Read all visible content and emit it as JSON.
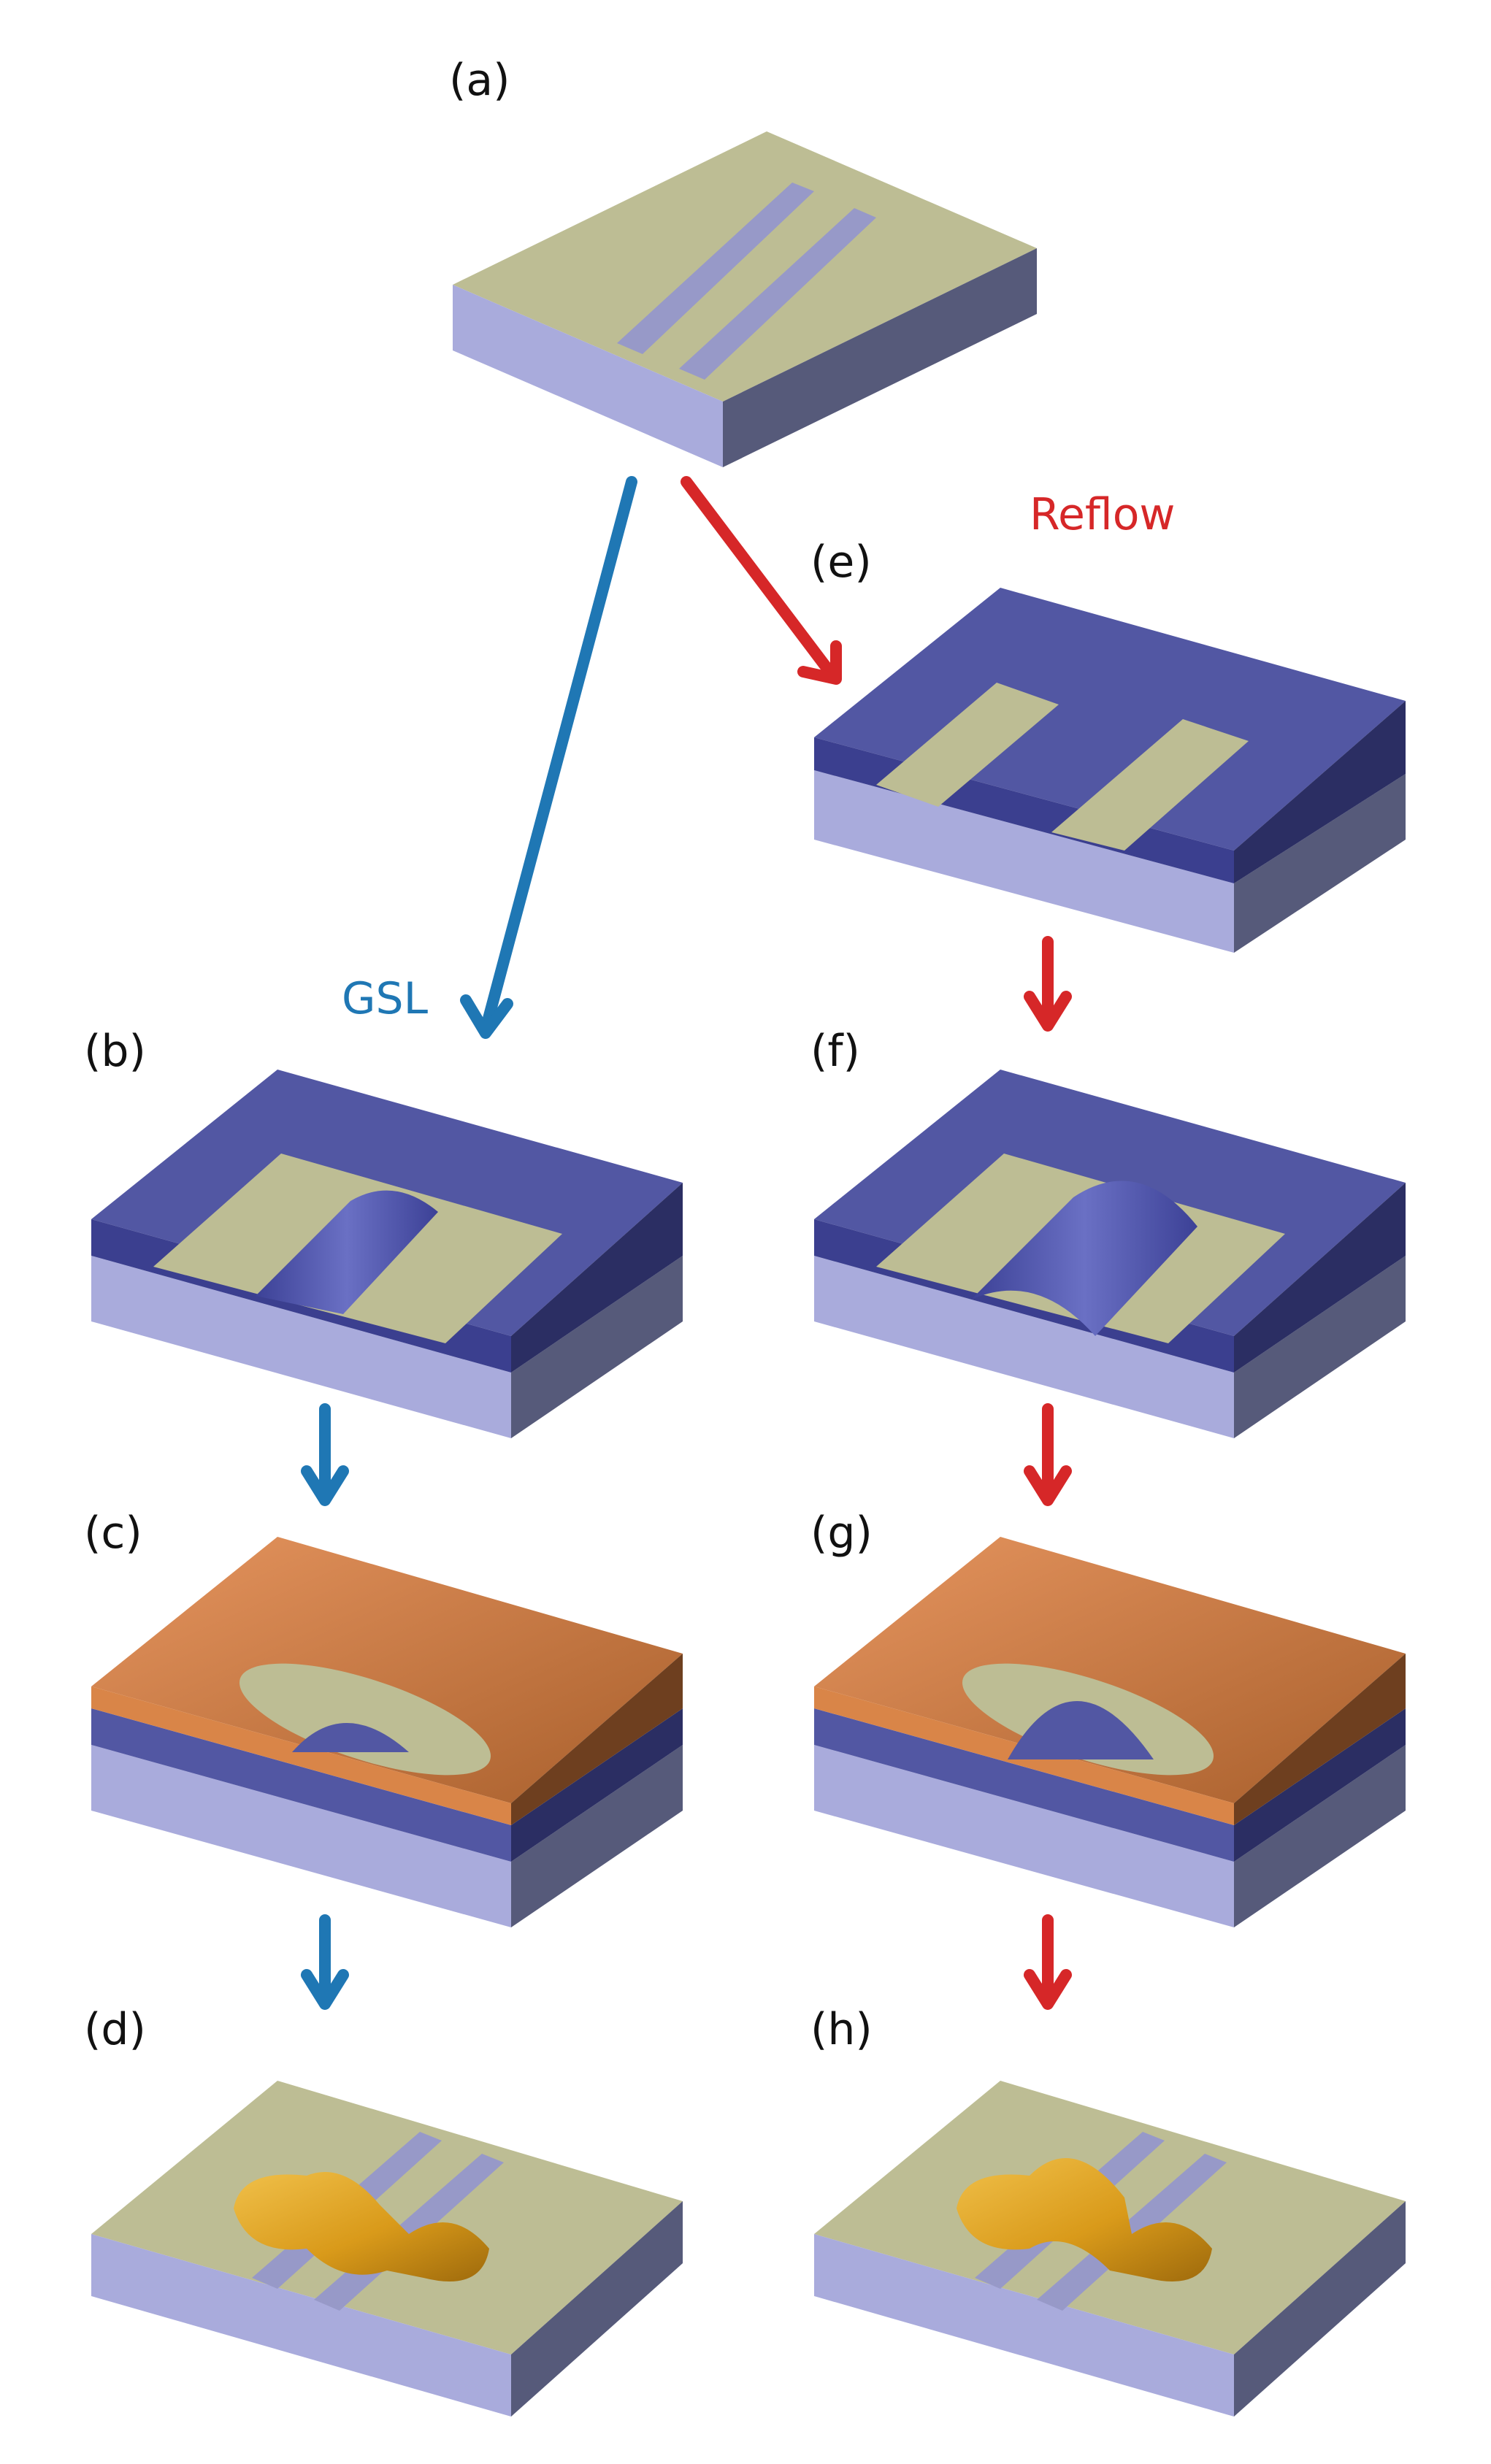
{
  "panels": {
    "a": "(a)",
    "b": "(b)",
    "c": "(c)",
    "d": "(d)",
    "e": "(e)",
    "f": "(f)",
    "g": "(g)",
    "h": "(h)"
  },
  "routes": {
    "gsl": {
      "label": "GSL",
      "color": "#1f77b4"
    },
    "reflow": {
      "label": "Reflow",
      "color": "#d62728"
    }
  },
  "materials": {
    "substrate": "#a9abdc",
    "metal": "#bdbd94",
    "resist": "#5257a3",
    "copper": "#cf7a45",
    "gold": "#d99a1a"
  }
}
